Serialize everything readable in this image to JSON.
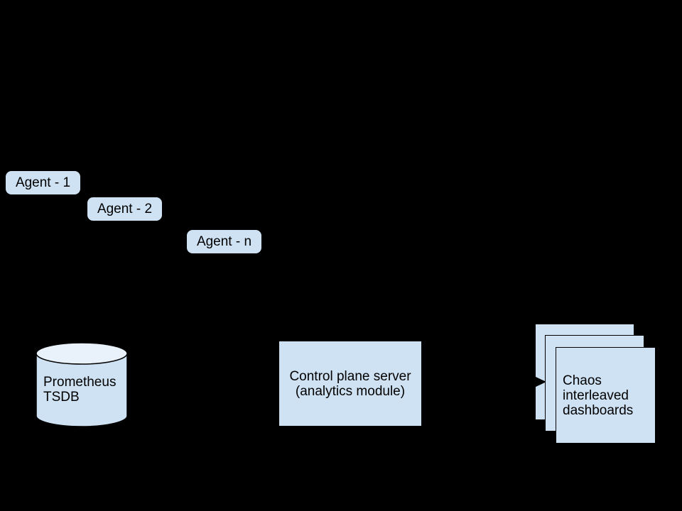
{
  "colors": {
    "background": "#000000",
    "node_fill": "#cfe2f3",
    "cylinder_top_fill": "#e9f1fa",
    "stroke": "#000000",
    "text": "#000000"
  },
  "nodes": {
    "agents": [
      {
        "label": "Agent - 1"
      },
      {
        "label": "Agent - 2"
      },
      {
        "label": "Agent - n"
      }
    ],
    "prometheus": {
      "label": "Prometheus\nTSDB",
      "shape": "cylinder"
    },
    "control_plane": {
      "label": "Control plane server\n(analytics module)",
      "shape": "rectangle"
    },
    "dashboards": {
      "label": "Chaos\ninterleaved\ndashboards",
      "shape": "stacked-squares",
      "stack_count": 3
    }
  },
  "connectors": [
    {
      "from": "control_plane",
      "to": "dashboards",
      "direction": "right"
    }
  ]
}
